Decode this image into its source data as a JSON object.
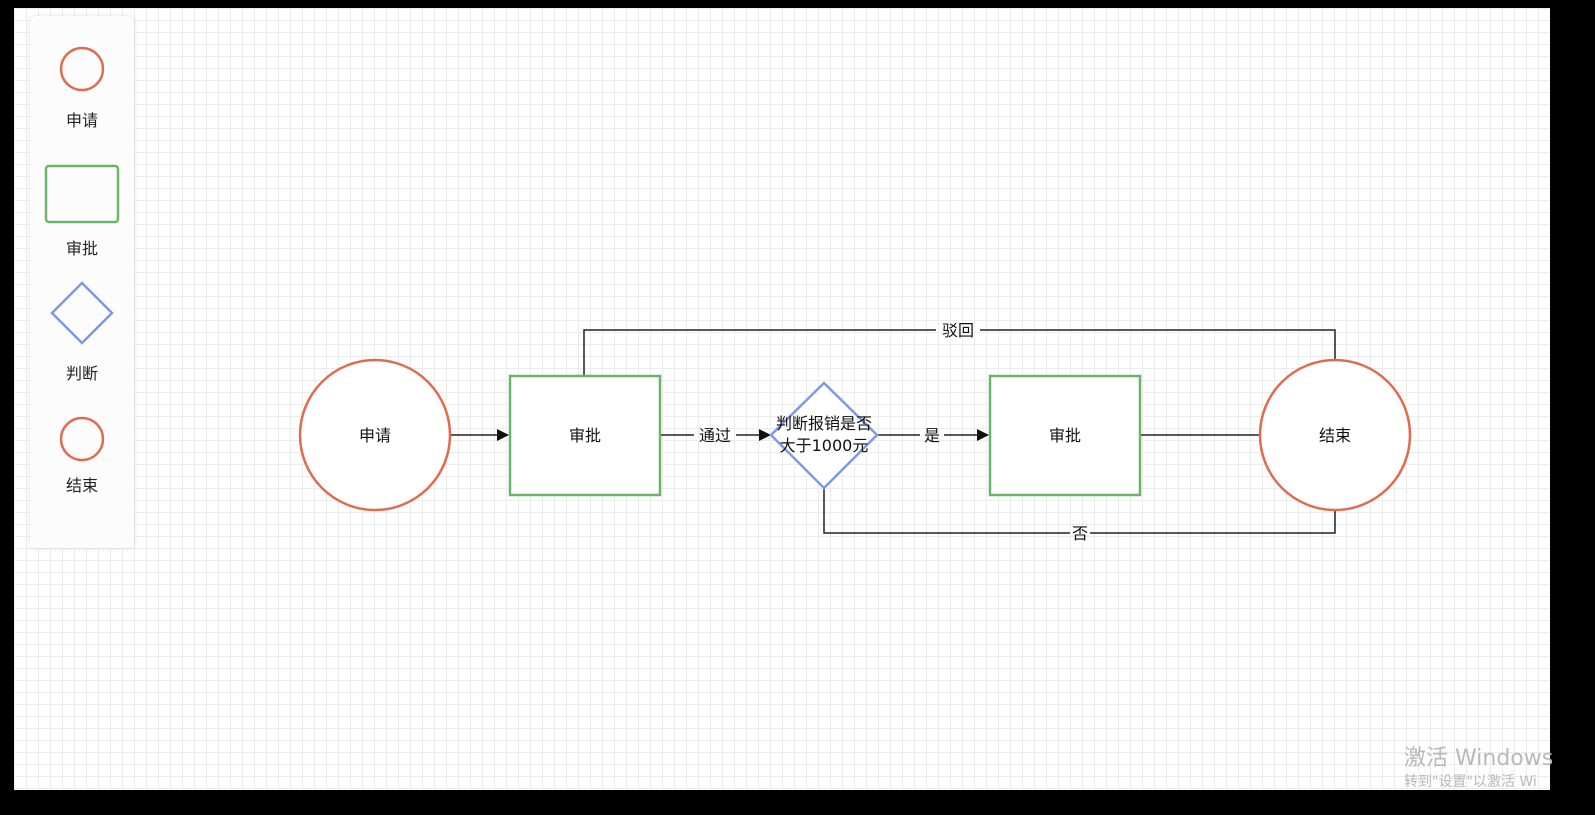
{
  "palette": {
    "items": [
      {
        "shape": "circle",
        "label": "申请"
      },
      {
        "shape": "rect",
        "label": "审批"
      },
      {
        "shape": "diamond",
        "label": "判断"
      },
      {
        "shape": "circle",
        "label": "结束"
      }
    ]
  },
  "nodes": {
    "start": "申请",
    "approve1": "审批",
    "decision_line1": "判断报销是否",
    "decision_line2": "大于1000元",
    "approve2": "审批",
    "end": "结束"
  },
  "edges": {
    "pass": "通过",
    "yes": "是",
    "no": "否",
    "reject": "驳回"
  },
  "colors": {
    "circle": "#e06c4f",
    "rect": "#6cb36a",
    "diamond": "#7b9ae8",
    "edge": "#222222"
  },
  "watermark": {
    "line1": "激活 Windows",
    "line2": "转到\"设置\"以激活 Wi"
  }
}
